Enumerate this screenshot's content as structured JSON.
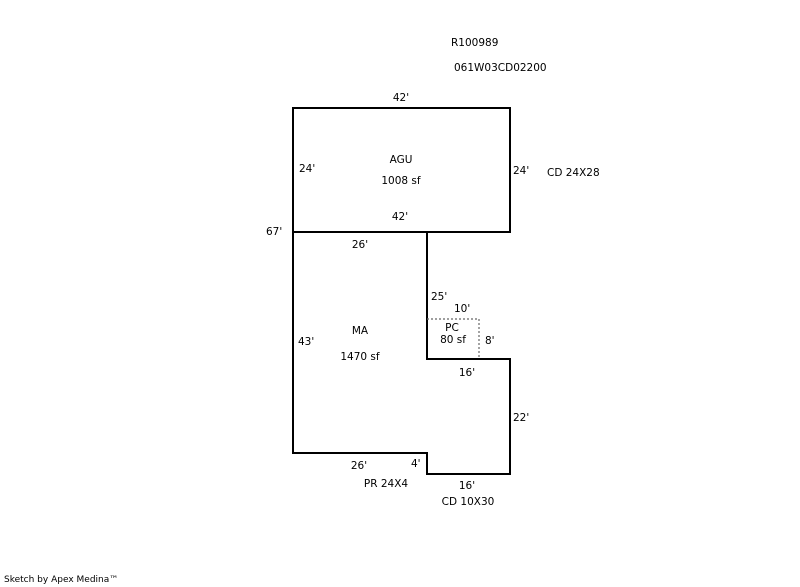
{
  "header": {
    "parcel_id": "R100989",
    "map_number": "061W03CD02200"
  },
  "areas": {
    "agu": {
      "code": "AGU",
      "area": "1008 sf"
    },
    "ma": {
      "code": "MA",
      "area": "1470 sf"
    },
    "pc": {
      "code": "PC",
      "area": "80 sf"
    }
  },
  "dimensions": {
    "agu_top": "42'",
    "agu_left": "24'",
    "agu_right": "24'",
    "agu_bottom": "42'",
    "overall_left": "67'",
    "ma_top": "26'",
    "ma_inner_vertical": "25'",
    "ma_left": "43'",
    "pc_width": "10'",
    "pc_height": "8'",
    "step_horizontal": "16'",
    "ma_right": "22'",
    "ma_bottom": "26'",
    "notch": "4'",
    "bottom_right": "16'"
  },
  "annotations": {
    "cd_right": "CD  24X28",
    "pr": "PR 24X4",
    "cd_bottom": "CD  10X30"
  },
  "footer": "Sketch by Apex Medina™"
}
